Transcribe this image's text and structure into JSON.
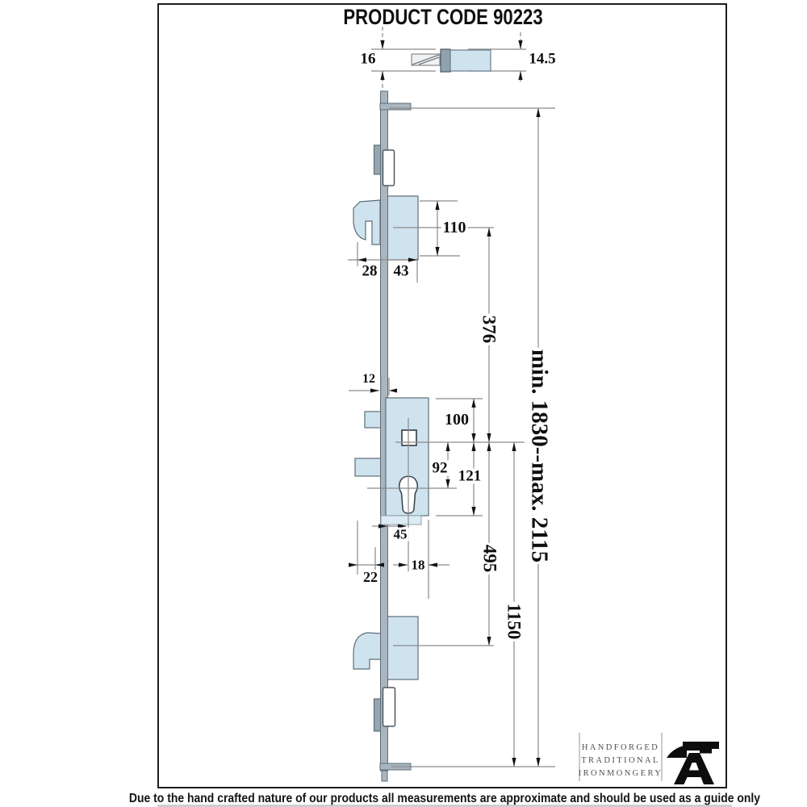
{
  "title": "PRODUCT CODE 90223",
  "dimensions": {
    "latch_plan_left": "16",
    "latch_plan_right": "14.5",
    "hook_keep_height": "110",
    "hook_protrusion": "28",
    "keep_depth": "43",
    "faceplate_width": "12",
    "gearbox_top_to_spindle": "100",
    "spindle_to_cylinder": "92",
    "spindle_to_gearbox_bottom": "121",
    "backset": "45",
    "cylinder_offset": "18",
    "lower_keep_width": "22",
    "upper_hook_to_spindle": "376",
    "spindle_to_lower_hook": "495",
    "spindle_to_bottom": "1150",
    "overall_length": "min. 1830--max. 2115"
  },
  "logo": {
    "line1": "HANDFORGED",
    "line2": "TRADITIONAL",
    "line3": "IRONMONGERY"
  },
  "footer": {
    "disclaimer": "Due to the hand crafted nature of our products all measurements are approximate and should be used as a guide only"
  },
  "colors": {
    "part_fill": "#cfe3ef",
    "faceplate_fill": "#a9b6c0",
    "line_gray": "#8a8a8a",
    "ink": "#111111"
  }
}
